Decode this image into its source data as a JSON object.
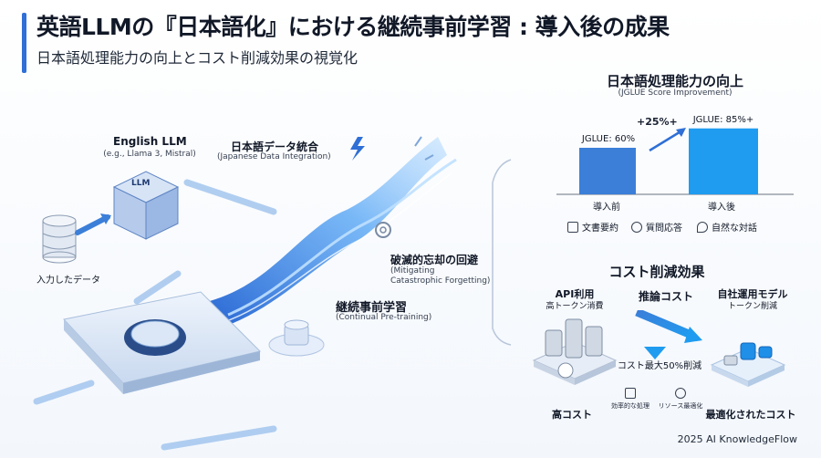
{
  "header": {
    "title": "英語LLMの『日本語化』における継続事前学習 : 導入後の成果",
    "subtitle": "日本語処理能力の向上とコスト削減効果の視覚化"
  },
  "flow": {
    "input_label": "入力したデータ",
    "english_llm": {
      "title": "English LLM",
      "subtitle": "(e.g., Llama 3, Mistral)"
    },
    "cube_label": "LLM",
    "integration": {
      "title": "日本語データ統合",
      "subtitle": "(Japanese Data Integration)"
    },
    "forgetting": {
      "title": "破滅的忘却の回避",
      "subtitle_line1": "(Mitigating",
      "subtitle_line2": "Catastrophic Forgetting)"
    },
    "pretraining": {
      "title": "継続事前学習",
      "subtitle": "(Continual Pre-training)"
    }
  },
  "jglue": {
    "title": "日本語処理能力の向上",
    "subtitle": "(JGLUE Score Improvement)",
    "improvement_label": "+25%+",
    "bars": [
      {
        "label": "JGLUE: 60%",
        "category": "導入前",
        "value": 60,
        "color": "#3b7fd9"
      },
      {
        "label": "JGLUE: 85%+",
        "category": "導入後",
        "value": 85,
        "color": "#1f9cf0"
      }
    ],
    "tasks": [
      {
        "icon": "document-icon",
        "label": "文書要約"
      },
      {
        "icon": "question-icon",
        "label": "質問応答"
      },
      {
        "icon": "chat-icon",
        "label": "自然な対話"
      }
    ]
  },
  "cost": {
    "title": "コスト削減効果",
    "api": {
      "line1": "API利用",
      "line2": "高トークン消費"
    },
    "inference": "推論コスト",
    "self": {
      "line1": "自社運用モデル",
      "line2": "トークン削減"
    },
    "reduction": "コスト最大50%削減",
    "high_cost": "高コスト",
    "optimized": "最適化されたコスト",
    "features": [
      {
        "icon": "chip-icon",
        "label": "効率的な処理"
      },
      {
        "icon": "gear-icon",
        "label": "リソース最適化"
      }
    ]
  },
  "footer": "2025 AI KnowledgeFlow",
  "colors": {
    "accent": "#2f6fd6",
    "bar_before": "#3b7fd9",
    "bar_after": "#1f9cf0"
  }
}
